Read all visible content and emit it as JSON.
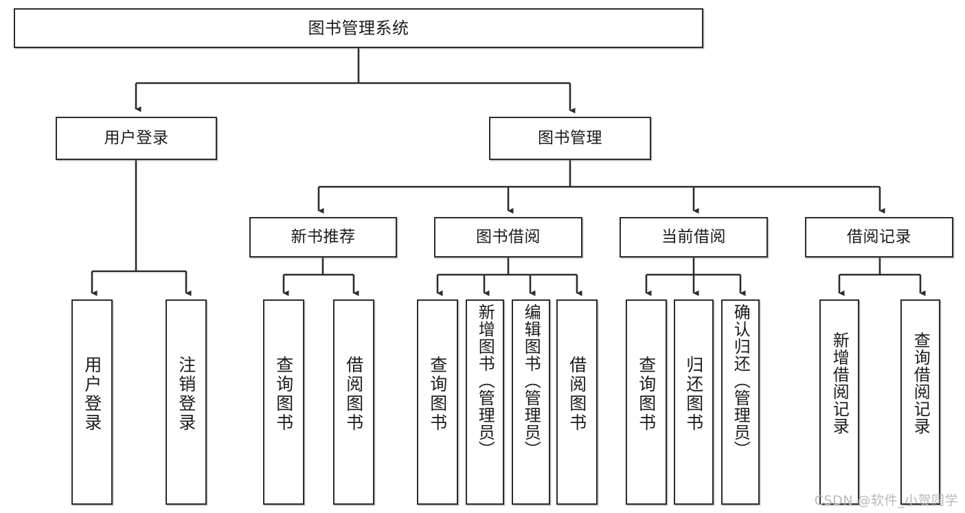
{
  "diagram": {
    "title": "图书管理系统",
    "type": "tree-hierarchy",
    "watermark": "CSDN @软件_小贺同学",
    "colors": {
      "box_border": "#2b2b2b",
      "box_fill": "#ffffff",
      "connector": "#2b2b2b",
      "text": "#1b1b1b",
      "watermark": "#b8b8b8"
    },
    "levels": {
      "root": {
        "label": "图书管理系统"
      },
      "level2": [
        {
          "label": "用户登录"
        },
        {
          "label": "图书管理"
        }
      ],
      "level3": [
        {
          "label": "新书推荐"
        },
        {
          "label": "图书借阅"
        },
        {
          "label": "当前借阅"
        },
        {
          "label": "借阅记录"
        }
      ],
      "leaves": [
        {
          "label": "用户登录",
          "parent": "用户登录"
        },
        {
          "label": "注销登录",
          "parent": "用户登录"
        },
        {
          "label": "查询图书",
          "parent": "新书推荐"
        },
        {
          "label": "借阅图书",
          "parent": "新书推荐"
        },
        {
          "label": "查询图书",
          "parent": "图书借阅"
        },
        {
          "label": "新增图书（管理员）",
          "parent": "图书借阅"
        },
        {
          "label": "编辑图书（管理员）",
          "parent": "图书借阅"
        },
        {
          "label": "借阅图书",
          "parent": "图书借阅"
        },
        {
          "label": "查询图书",
          "parent": "当前借阅"
        },
        {
          "label": "归还图书",
          "parent": "当前借阅"
        },
        {
          "label": "确认归还（管理员）",
          "parent": "当前借阅"
        },
        {
          "label": "新增借阅记录",
          "parent": "借阅记录"
        },
        {
          "label": "查询借阅记录",
          "parent": "借阅记录"
        }
      ]
    }
  }
}
